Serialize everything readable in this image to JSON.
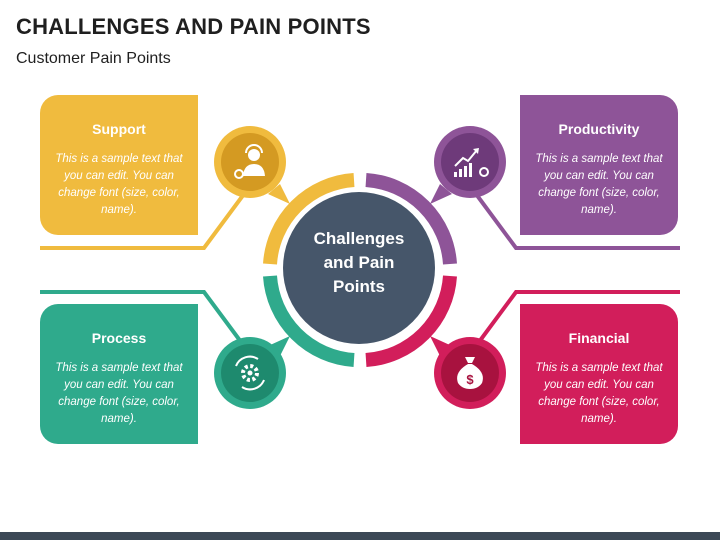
{
  "title": "CHALLENGES AND PAIN POINTS",
  "subtitle": "Customer Pain Points",
  "center": {
    "label": "Challenges\nand Pain\nPoints"
  },
  "items": [
    {
      "heading": "Support",
      "text": "This is a sample text that you can edit. You can change font (size, color, name).",
      "color": "#F0BB3E",
      "icon": "customer-support-icon"
    },
    {
      "heading": "Productivity",
      "text": "This is a sample text that you can edit. You can change font (size, color, name).",
      "color": "#8E5498",
      "icon": "growth-chart-icon"
    },
    {
      "heading": "Process",
      "text": "This is a sample text that you can edit. You can change font (size, color, name).",
      "color": "#2FAA8C",
      "icon": "process-gears-icon"
    },
    {
      "heading": "Financial",
      "text": "This is a sample text that you can edit. You can change font (size, color, name).",
      "color": "#D21E5B",
      "icon": "money-bag-icon"
    }
  ],
  "center_color": "#46566A",
  "footer_color": "#3C4856"
}
